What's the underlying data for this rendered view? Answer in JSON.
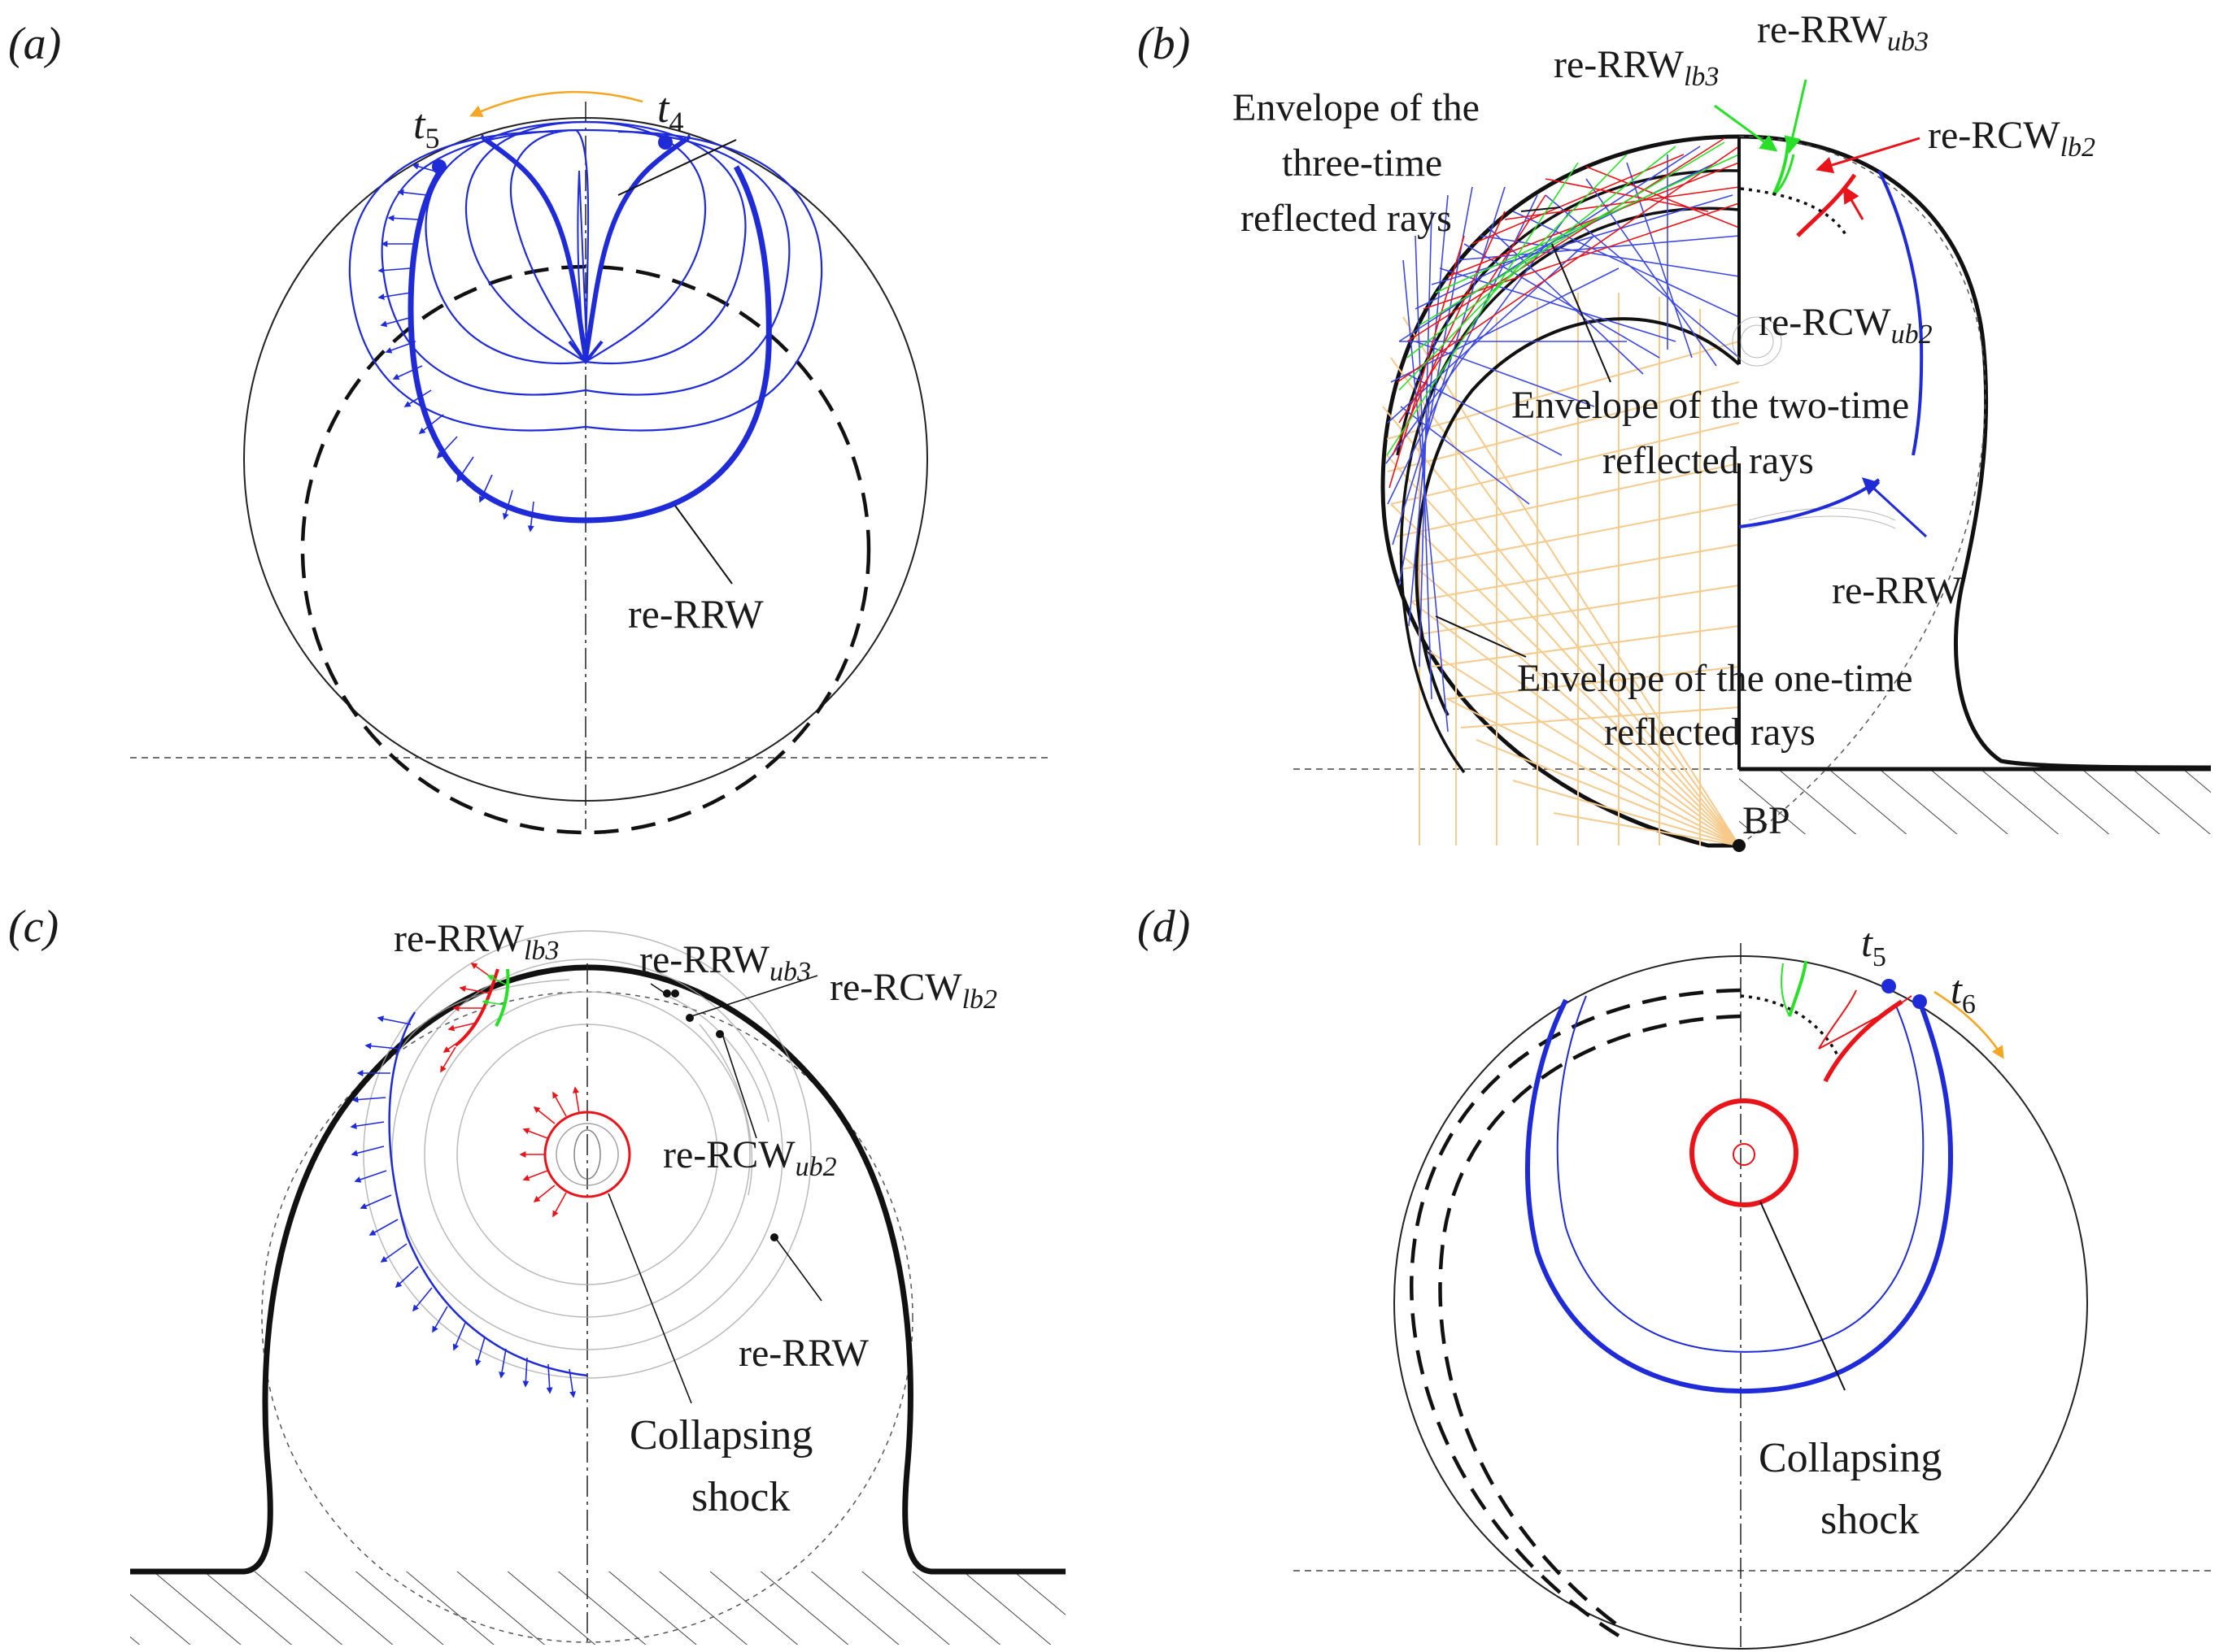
{
  "panels": {
    "a": {
      "label_prefix": "(",
      "label_letter": "a",
      "label_suffix": ")",
      "time_markers": [
        {
          "base": "t",
          "sub": "5"
        },
        {
          "base": "t",
          "sub": "4"
        }
      ],
      "wave_label": "re-RRW"
    },
    "b": {
      "label_prefix": "(",
      "label_letter": "b",
      "label_suffix": ")",
      "rrw_lb3": {
        "base": "re-RRW",
        "sub": "lb3"
      },
      "rrw_ub3": {
        "base": "re-RRW",
        "sub": "ub3"
      },
      "rcw_lb2": {
        "base": "re-RCW",
        "sub": "lb2"
      },
      "rcw_ub2": {
        "base": "re-RCW",
        "sub": "ub2"
      },
      "envelope_three": [
        "Envelope of the",
        "three-time",
        "reflected rays"
      ],
      "envelope_two": [
        "Envelope of the two-time",
        "reflected rays"
      ],
      "envelope_one": [
        "Envelope of the one-time",
        "reflected rays"
      ],
      "rrw_label": "re-RRW",
      "bp_label": "BP"
    },
    "c": {
      "label_prefix": "(",
      "label_letter": "c",
      "label_suffix": ")",
      "rrw_lb3": {
        "base": "re-RRW",
        "sub": "lb3"
      },
      "rrw_ub3": {
        "base": "re-RRW",
        "sub": "ub3"
      },
      "rcw_lb2": {
        "base": "re-RCW",
        "sub": "lb2"
      },
      "rcw_ub2": {
        "base": "re-RCW",
        "sub": "ub2"
      },
      "rrw_label": "re-RRW",
      "collapsing": [
        "Collapsing",
        "shock"
      ]
    },
    "d": {
      "label_prefix": "(",
      "label_letter": "d",
      "label_suffix": ")",
      "time_markers": [
        {
          "base": "t",
          "sub": "5"
        },
        {
          "base": "t",
          "sub": "6"
        }
      ],
      "collapsing": [
        "Collapsing",
        "shock"
      ]
    }
  },
  "colors": {
    "blue": "#1f2bd6",
    "red": "#e8141a",
    "green": "#27e027",
    "orange": "#f5a623",
    "ray_orange": "#f7c98a",
    "black": "#111111"
  }
}
